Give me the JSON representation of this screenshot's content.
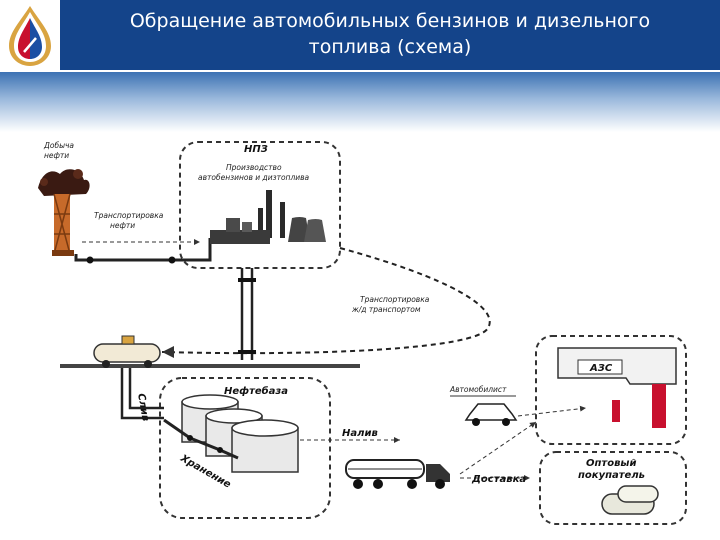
{
  "header": {
    "title_line1": "Обращение автомобильных бензинов и дизельного",
    "title_line2": "топлива (схема)"
  },
  "logo": {
    "name": "company-drop-logo",
    "colors": [
      "#c8102e",
      "#1b4fa3",
      "#d9a441"
    ]
  },
  "diagram": {
    "labels": {
      "oil_extraction": [
        "Добыча",
        "нефти"
      ],
      "oil_transport": [
        "Транспортировка",
        "нефти"
      ],
      "refinery": "НПЗ",
      "production": [
        "Производство",
        "автобензинов и дизтоплива"
      ],
      "rail_transport": [
        "Транспортировка",
        "ж/д транспортом"
      ],
      "drain": "Слив",
      "oil_depot": "Нефтебаза",
      "storage": "Хранение",
      "loading": "Налив",
      "gas_station": "АЗС",
      "motorist": "Автомобилист",
      "wholesale_buyer": [
        "Оптовый",
        "покупатель"
      ],
      "delivery": "Доставка"
    }
  }
}
